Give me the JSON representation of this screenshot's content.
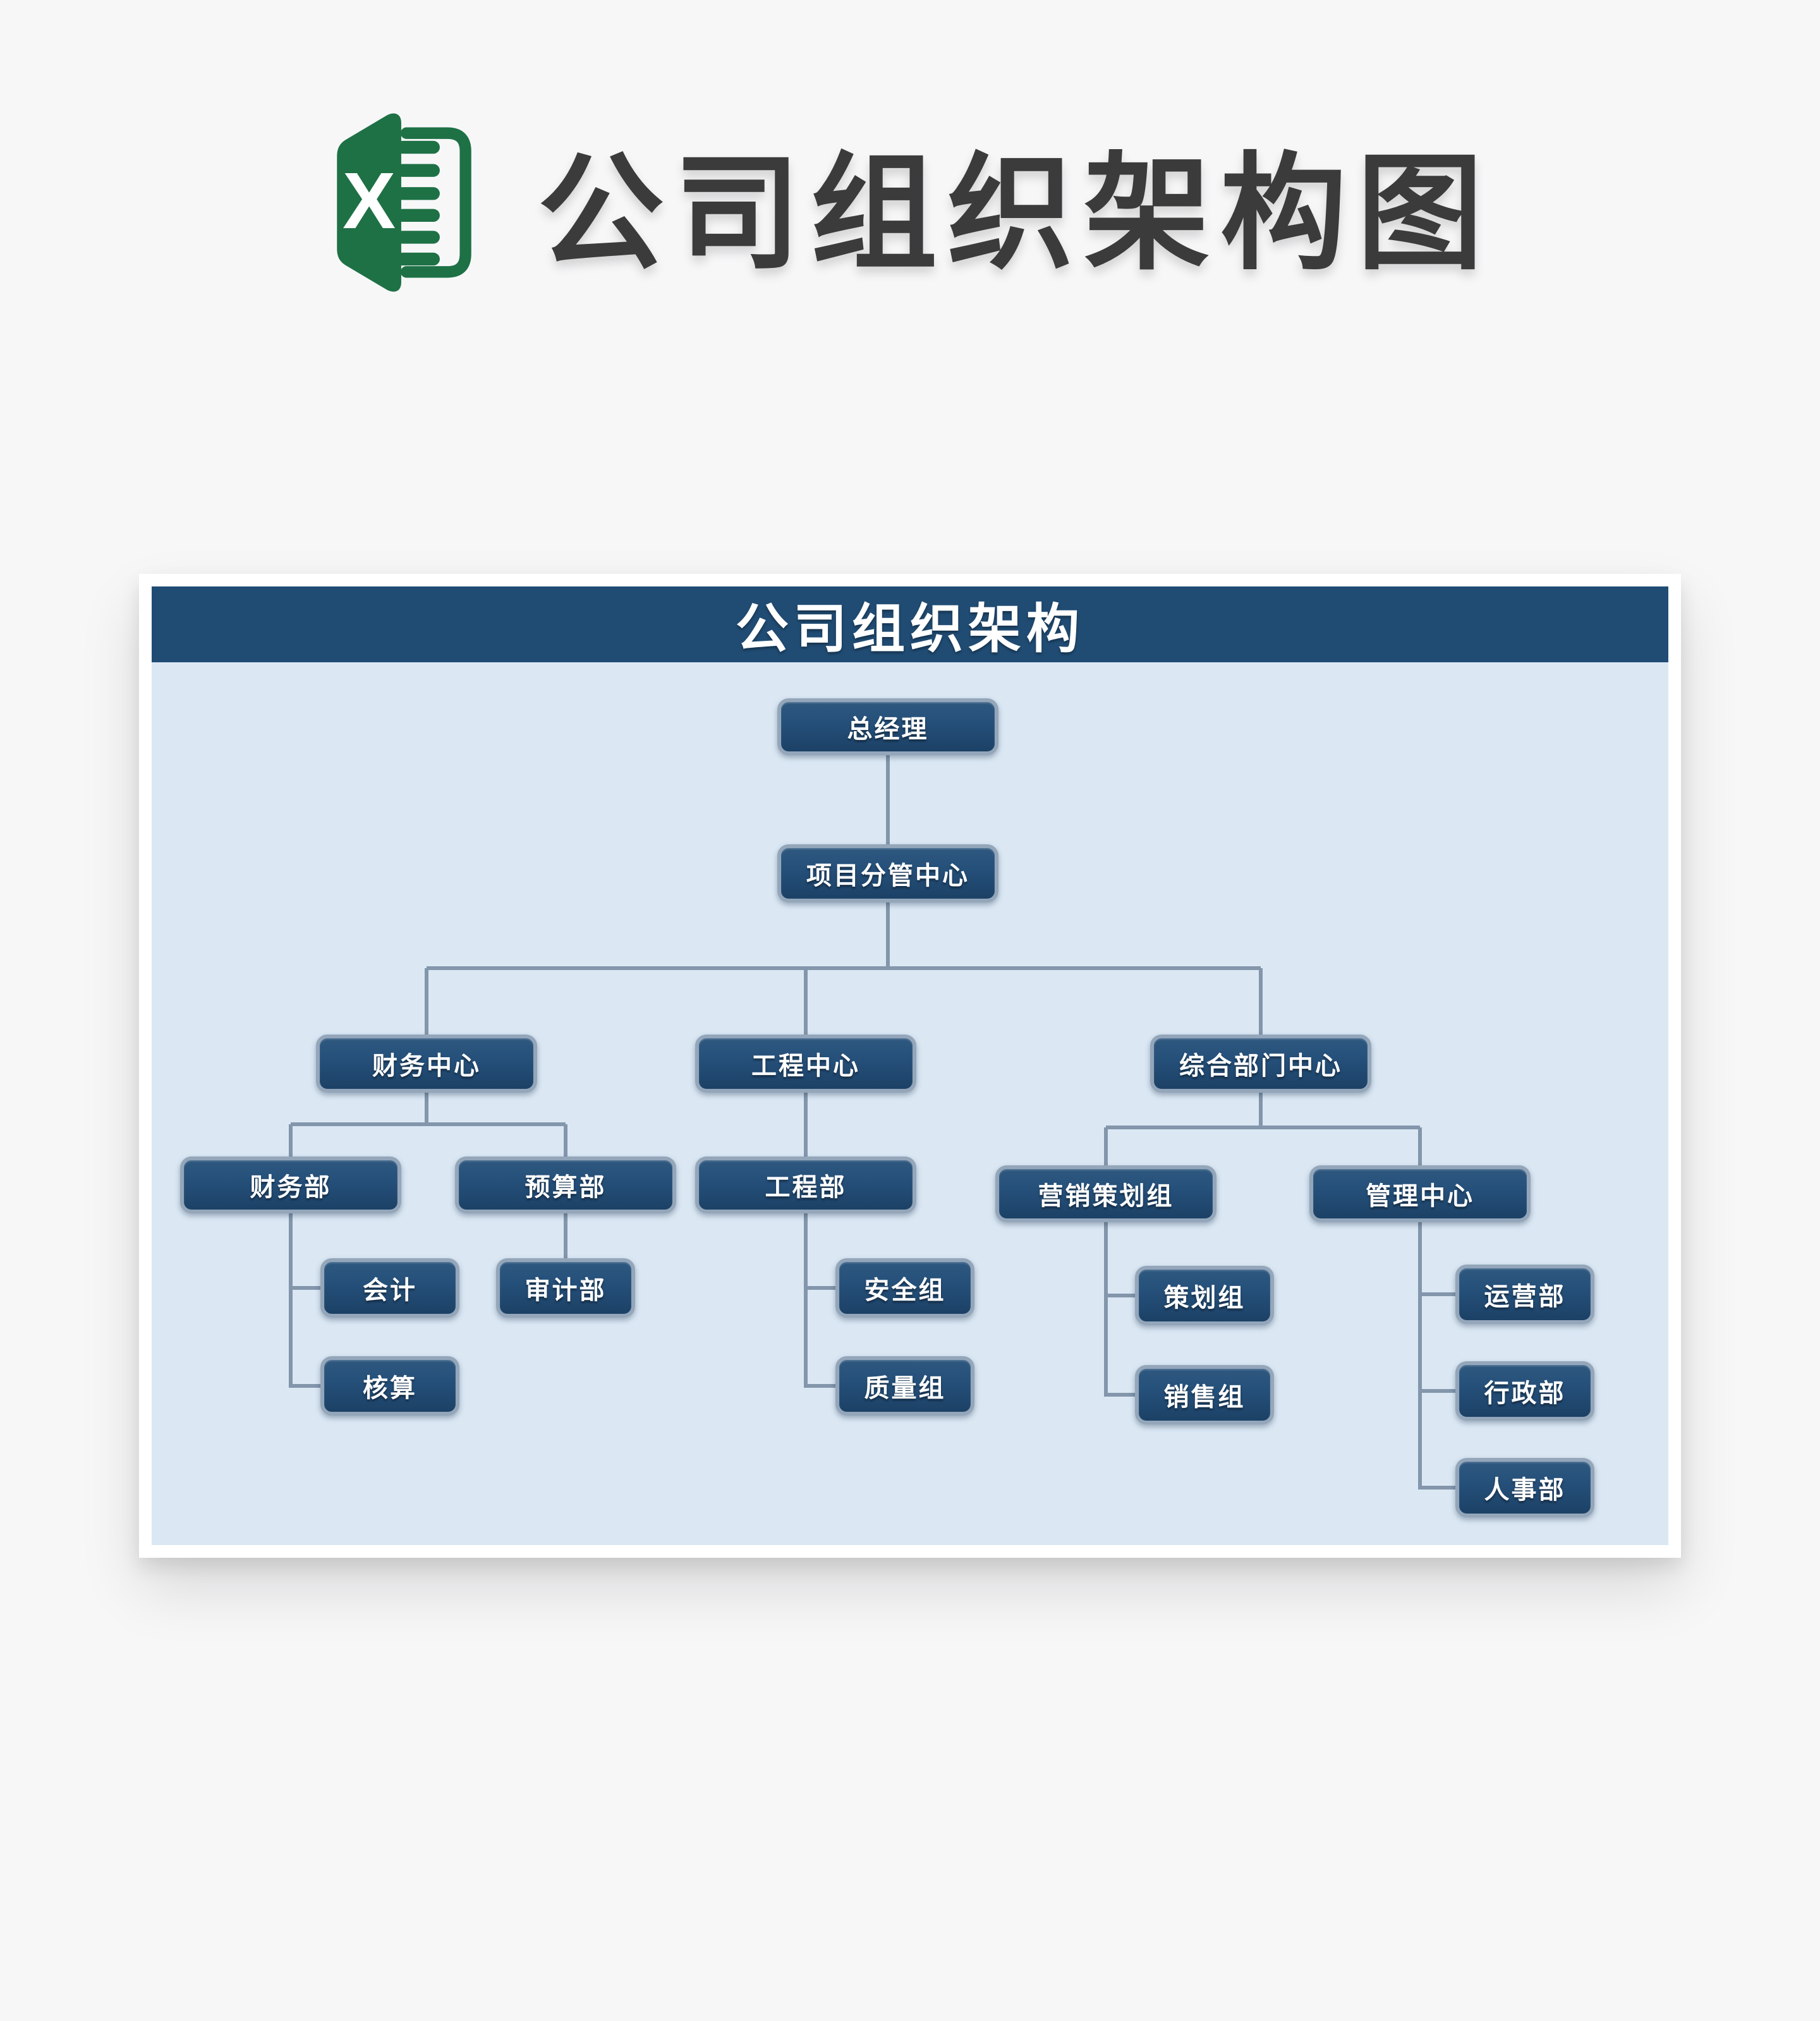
{
  "page": {
    "title": "公司组织架构图",
    "logo_icon": "excel-icon",
    "background_color": "#f7f7f8",
    "title_color": "#3b3b3b",
    "excel_green": "#1e7145"
  },
  "org": {
    "header": "公司组织架构",
    "colors": {
      "header_bar": "#204c74",
      "panel_background": "#dbe8f4",
      "node_fill_top": "#2e587f",
      "node_fill_bottom": "#1c4166",
      "node_border": "#94a6ba",
      "connector_line": "#8396ab",
      "node_text": "#ffffff"
    },
    "nodes": {
      "gm": {
        "label": "总经理"
      },
      "pmc": {
        "label": "项目分管中心"
      },
      "finance_center": {
        "label": "财务中心"
      },
      "engineering_center": {
        "label": "工程中心"
      },
      "general_center": {
        "label": "综合部门中心"
      },
      "finance_dept": {
        "label": "财务部"
      },
      "budget_dept": {
        "label": "预算部"
      },
      "engineering_dept": {
        "label": "工程部"
      },
      "marketing_group": {
        "label": "营销策划组"
      },
      "management_center": {
        "label": "管理中心"
      },
      "accounting": {
        "label": "会计"
      },
      "audit_dept": {
        "label": "审计部"
      },
      "safety_group": {
        "label": "安全组"
      },
      "planning_group": {
        "label": "策划组"
      },
      "operations_dept": {
        "label": "运营部"
      },
      "checking": {
        "label": "核算"
      },
      "quality_group": {
        "label": "质量组"
      },
      "sales_group": {
        "label": "销售组"
      },
      "admin_dept": {
        "label": "行政部"
      },
      "hr_dept": {
        "label": "人事部"
      }
    },
    "edges": [
      [
        "gm",
        "pmc"
      ],
      [
        "pmc",
        "finance_center"
      ],
      [
        "pmc",
        "engineering_center"
      ],
      [
        "pmc",
        "general_center"
      ],
      [
        "finance_center",
        "finance_dept"
      ],
      [
        "finance_center",
        "budget_dept"
      ],
      [
        "finance_dept",
        "accounting"
      ],
      [
        "finance_dept",
        "checking"
      ],
      [
        "budget_dept",
        "audit_dept"
      ],
      [
        "engineering_center",
        "engineering_dept"
      ],
      [
        "engineering_dept",
        "safety_group"
      ],
      [
        "engineering_dept",
        "quality_group"
      ],
      [
        "general_center",
        "marketing_group"
      ],
      [
        "general_center",
        "management_center"
      ],
      [
        "marketing_group",
        "planning_group"
      ],
      [
        "marketing_group",
        "sales_group"
      ],
      [
        "management_center",
        "operations_dept"
      ],
      [
        "management_center",
        "admin_dept"
      ],
      [
        "management_center",
        "hr_dept"
      ]
    ]
  }
}
